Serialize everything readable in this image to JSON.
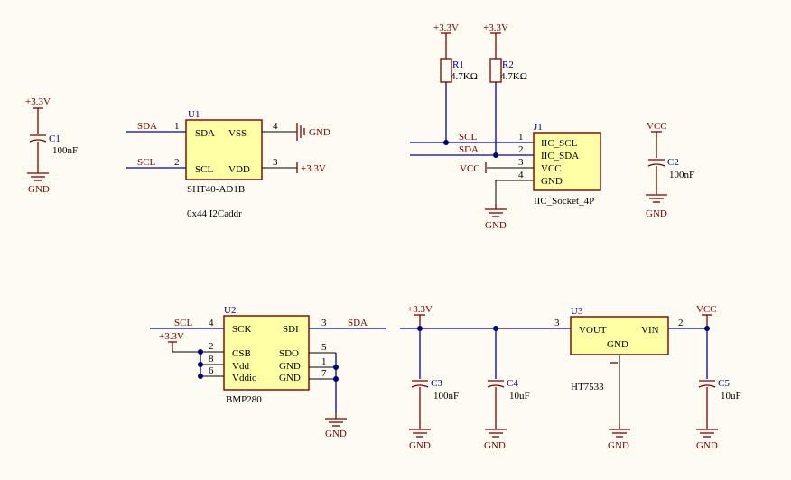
{
  "power": {
    "v33": "+3.3V",
    "vcc": "VCC",
    "gnd": "GND"
  },
  "nets": {
    "sda": "SDA",
    "scl": "SCL"
  },
  "capacitors": {
    "c1": {
      "ref": "C1",
      "value": "100nF"
    },
    "c2": {
      "ref": "C2",
      "value": "100nF"
    },
    "c3": {
      "ref": "C3",
      "value": "100nF"
    },
    "c4": {
      "ref": "C4",
      "value": "10uF"
    },
    "c5": {
      "ref": "C5",
      "value": "10uF"
    }
  },
  "resistors": {
    "r1": {
      "ref": "R1",
      "value": "4.7KΩ"
    },
    "r2": {
      "ref": "R2",
      "value": "4.7KΩ"
    }
  },
  "u1": {
    "ref": "U1",
    "part": "SHT40-AD1B",
    "note": "0x44 I2Caddr",
    "pins": {
      "sda": {
        "num": "1",
        "name": "SDA"
      },
      "scl": {
        "num": "2",
        "name": "SCL"
      },
      "vss": {
        "num": "4",
        "name": "VSS"
      },
      "vdd": {
        "num": "3",
        "name": "VDD"
      }
    }
  },
  "j1": {
    "ref": "J1",
    "part": "IIC_Socket_4P",
    "pins": [
      {
        "num": "1",
        "name": "IIC_SCL"
      },
      {
        "num": "2",
        "name": "IIC_SDA"
      },
      {
        "num": "3",
        "name": "VCC"
      },
      {
        "num": "4",
        "name": "GND"
      }
    ]
  },
  "u2": {
    "ref": "U2",
    "part": "BMP280",
    "pins": {
      "sck": {
        "num": "4",
        "name": "SCK"
      },
      "sdi": {
        "num": "3",
        "name": "SDI"
      },
      "csb": {
        "num": "2",
        "name": "CSB"
      },
      "vdd": {
        "num": "8",
        "name": "Vdd"
      },
      "vddio": {
        "num": "6",
        "name": "Vddio"
      },
      "sdo": {
        "num": "5",
        "name": "SDO"
      },
      "gnd1": {
        "num": "1",
        "name": "GND"
      },
      "gnd2": {
        "num": "7",
        "name": "GND"
      }
    }
  },
  "u3": {
    "ref": "U3",
    "part": "HT7533",
    "pins": {
      "vout": {
        "num": "3",
        "name": "VOUT"
      },
      "vin": {
        "num": "2",
        "name": "VIN"
      },
      "gnd": {
        "name": "GND"
      }
    }
  },
  "colors": {
    "body": "#ffffa6",
    "outline": "#7a0000",
    "wire": "#0000aa",
    "ref": "#00007a",
    "background": "#fdfbf2"
  }
}
